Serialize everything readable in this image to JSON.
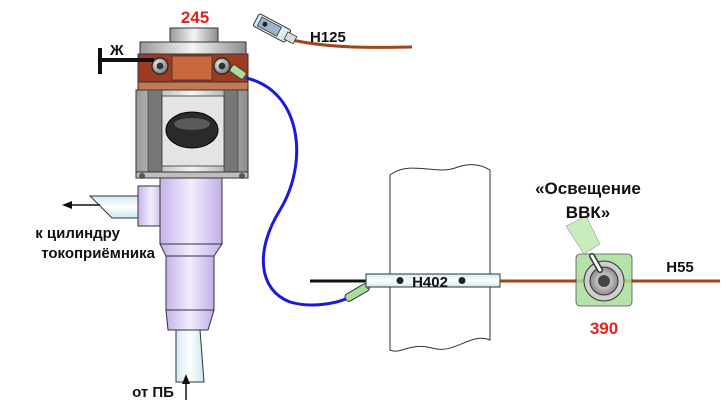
{
  "labels": {
    "device_number": "245",
    "wire_n125": "Н125",
    "ground_label": "Ж",
    "cylinder_line1": "к цилиндру",
    "cylinder_line2": "токоприёмника",
    "from_pb": "от ПБ",
    "wire_n402": "Н402",
    "lighting_line1": "«Освещение",
    "lighting_line2": "ВВК»",
    "wire_n55": "Н55",
    "switch_number": "390"
  },
  "colors": {
    "number_red": "#e8221a",
    "wire_brown": "#a0441a",
    "wire_blue": "#1a1adc",
    "wire_black": "#111111",
    "valve_body_lavender": "#d9c8f2",
    "flange_brown": "#9c3a22",
    "pipe_lightblue": "#ddf0f7",
    "terminal_green": "#a9dd9a"
  }
}
